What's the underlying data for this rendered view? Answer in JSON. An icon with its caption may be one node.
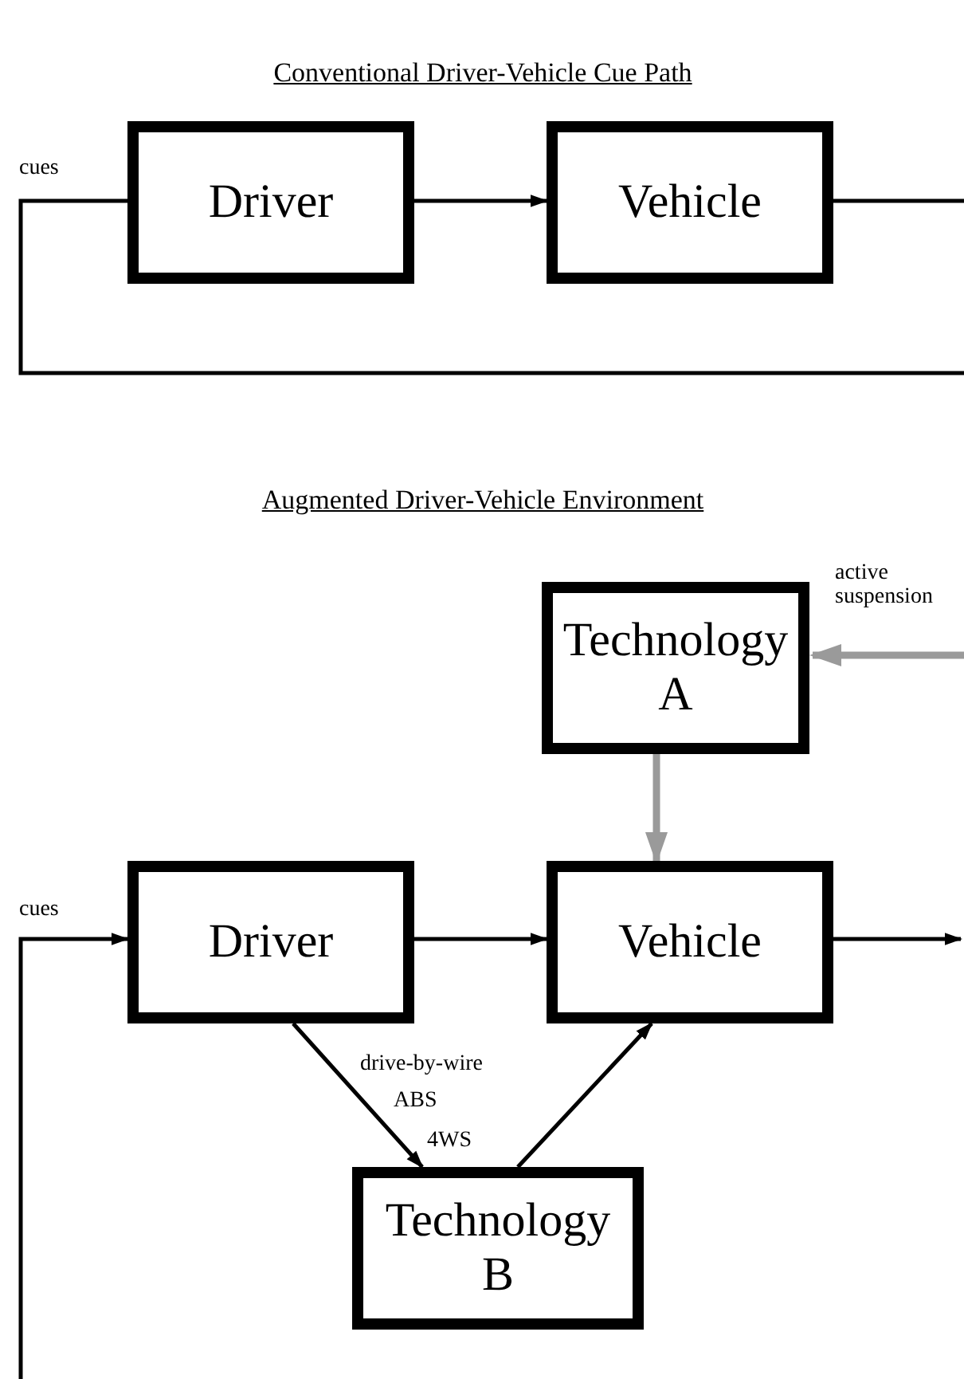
{
  "diagram": {
    "nodes": [
      {
        "text": [
          "Driver"
        ]
      },
      {
        "text": [
          "Vehicle"
        ]
      },
      {
        "text": [
          "Technology A"
        ]
      },
      {
        "text": [
          "Driver"
        ]
      },
      {
        "text": [
          "Vehicle"
        ]
      },
      {
        "text": [
          "Technology B"
        ]
      }
    ],
    "edges": [
      {
        "from": 0,
        "to": 1,
        "arrow": "to"
      },
      {
        "from": 1,
        "to": 0,
        "arrow": "none",
        "label": "cues"
      },
      {
        "from": null,
        "to": 2,
        "arrow": "to",
        "label": "active suspension",
        "style": "thick",
        "color": "#9a9a9a"
      },
      {
        "from": 2,
        "to": 4,
        "arrow": "to",
        "style": "thick",
        "color": "#9a9a9a"
      },
      {
        "from": 3,
        "to": 4,
        "arrow": "to"
      },
      {
        "from": 4,
        "to": null,
        "arrow": "to"
      },
      {
        "from": null,
        "to": 3,
        "arrow": "to",
        "label": "cues"
      },
      {
        "from": 3,
        "to": 5,
        "arrow": "to"
      },
      {
        "from": 5,
        "to": 4,
        "arrow": "to"
      }
    ],
    "labels": [
      "Conventional Driver-Vehicle Cue Path",
      "Augmented Driver-Vehicle Environment",
      "drive-by-wire",
      "ABS",
      "4WS"
    ]
  }
}
